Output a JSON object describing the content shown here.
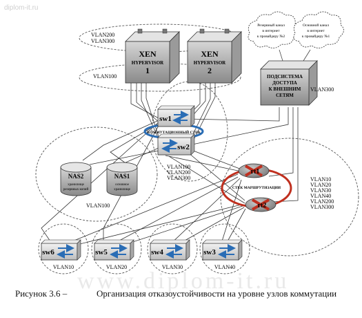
{
  "watermark_top": "diplom-it.ru",
  "watermark_bottom": "www.diplom-it.ru",
  "hypervisors": [
    {
      "brand": "XEN",
      "type": "HYPERVISOR",
      "number": "1"
    },
    {
      "brand": "XEN",
      "type": "HYPERVISOR",
      "number": "2"
    }
  ],
  "vlan_labels": {
    "hv_top_1": "VLAN200",
    "hv_top_2": "VLAN300",
    "hv_bottom": "VLAN100",
    "gateway": "VLAN300",
    "nas": "VLAN100",
    "core_1": "VLAN100",
    "core_2": "VLAN200",
    "core_3": "VLAN300",
    "router_1": "VLAN10",
    "router_2": "VLAN20",
    "router_3": "VLAN30",
    "router_4": "VLAN40",
    "router_5": "VLAN200",
    "router_6": "VLAN300"
  },
  "gateway": {
    "line1": "ПОДСИСТЕМА",
    "line2": "ДОСТУПА",
    "line3": "К ВНЕШНИМ",
    "line4": "СЕТЯМ"
  },
  "clouds": [
    {
      "line1": "Резервный канал",
      "line2": "в интернет",
      "line3": "к провайдеру №2"
    },
    {
      "line1": "Основной канал",
      "line2": "в интернет",
      "line3": "к провайдеру №1"
    }
  ],
  "core_switches": {
    "sw1": "sw1",
    "sw2": "sw2",
    "stack": "КОММУТАЦИОННЫЙ СТЕК"
  },
  "routers": {
    "rt1": "rt1",
    "rt2": "rt2",
    "stack": "СТЕК МАРШРУТИЗАЦИИ"
  },
  "nas": [
    {
      "name": "NAS2",
      "desc1": "хранилище",
      "desc2": "резервных копий"
    },
    {
      "name": "NAS1",
      "desc1": "основное",
      "desc2": "хранилище"
    }
  ],
  "access_switches": [
    {
      "name": "sw6",
      "vlan": "VLAN10"
    },
    {
      "name": "sw5",
      "vlan": "VLAN20"
    },
    {
      "name": "sw4",
      "vlan": "VLAN30"
    },
    {
      "name": "sw3",
      "vlan": "VLAN40"
    }
  ],
  "caption": {
    "prefix": "Рисунок 3.6   –",
    "text": "Организация отказоустойчивости на уровне узлов коммутации"
  },
  "colors": {
    "arrow": "#2a6db5",
    "cross": "#c0301f"
  }
}
